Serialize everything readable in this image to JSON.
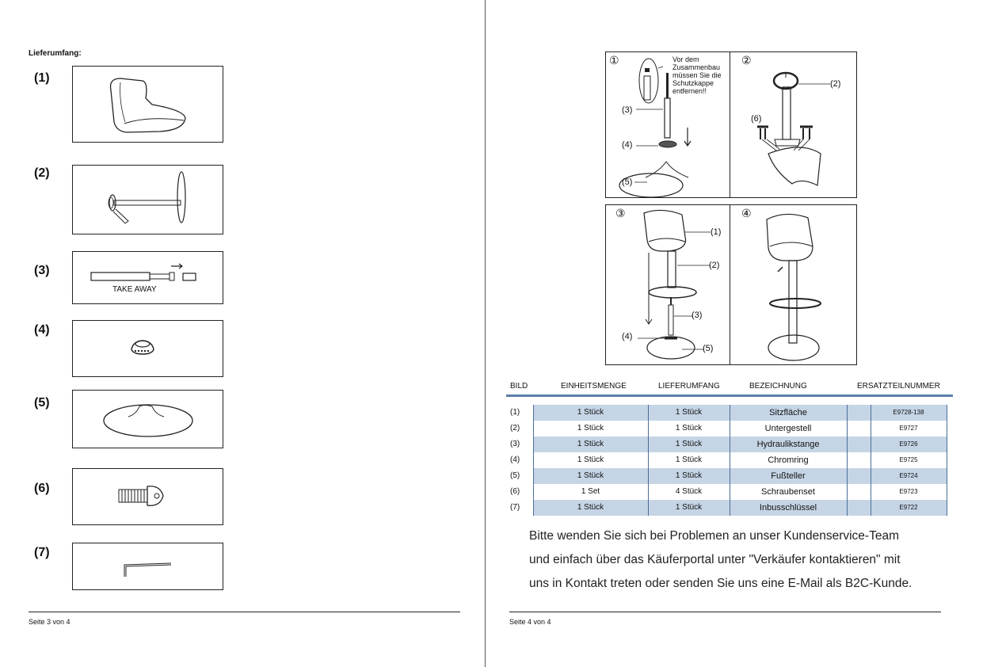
{
  "left_page": {
    "section_title": "Lieferumfang:",
    "parts": [
      {
        "number": "(1)",
        "icon": "seat-icon"
      },
      {
        "number": "(2)",
        "icon": "base-frame-icon"
      },
      {
        "number": "(3)",
        "icon": "hydraulic-rod-icon",
        "label": "TAKE  AWAY"
      },
      {
        "number": "(4)",
        "icon": "chrome-ring-icon"
      },
      {
        "number": "(5)",
        "icon": "foot-plate-icon"
      },
      {
        "number": "(6)",
        "icon": "screw-icon"
      },
      {
        "number": "(7)",
        "icon": "allen-key-icon"
      }
    ],
    "footer": "Seite 3 von 4"
  },
  "right_page": {
    "steps": [
      {
        "number": "①",
        "note": [
          "Vor dem",
          "Zusammenbau",
          "müssen Sie die",
          "Schutzkappe",
          "entfernen!!"
        ],
        "labels": [
          "(3)",
          "(4)",
          "(5)"
        ]
      },
      {
        "number": "②",
        "labels": [
          "(2)",
          "(6)"
        ]
      },
      {
        "number": "③",
        "labels": [
          "(1)",
          "(2)",
          "(3)",
          "(4)",
          "(5)"
        ]
      },
      {
        "number": "④"
      }
    ],
    "table": {
      "headers": [
        "BILD",
        "EINHEITSMENGE",
        "LIEFERUMFANG",
        "BEZEICHNUNG",
        "ERSATZTEILNUMMER"
      ],
      "rows": [
        [
          "(1)",
          "1 Stück",
          "1 Stück",
          "Sitzfläche",
          "E9728-138"
        ],
        [
          "(2)",
          "1 Stück",
          "1 Stück",
          "Untergestell",
          "E9727"
        ],
        [
          "(3)",
          "1 Stück",
          "1 Stück",
          "Hydraulikstange",
          "E9726"
        ],
        [
          "(4)",
          "1 Stück",
          "1 Stück",
          "Chromring",
          "E9725"
        ],
        [
          "(5)",
          "1 Stück",
          "1 Stück",
          "Fußteller",
          "E9724"
        ],
        [
          "(6)",
          "1 Set",
          "4 Stück",
          "Schraubenset",
          "E9723"
        ],
        [
          "(7)",
          "1 Stück",
          "1 Stück",
          "Inbusschlüssel",
          "E9722"
        ]
      ]
    },
    "note_lines": [
      "Bitte wenden Sie sich bei Problemen an unser Kundenservice-Team",
      "und einfach über das Käuferportal unter \"Verkäufer kontaktieren\" mit",
      "uns in Kontakt treten oder senden Sie uns eine E-Mail als B2C-Kunde."
    ],
    "footer": "Seite 4 von 4"
  },
  "colors": {
    "table_shade": "#c5d5e6",
    "table_rule": "#5b7fa6"
  }
}
